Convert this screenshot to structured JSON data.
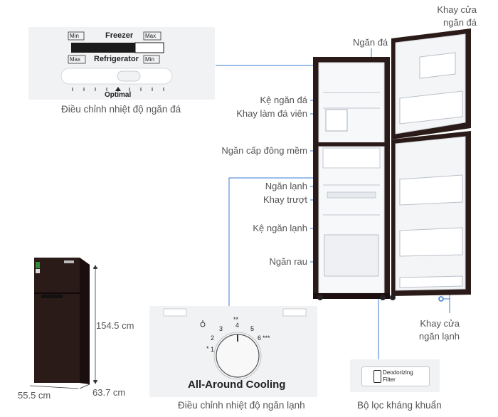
{
  "freezer_panel": {
    "freezer_label": "Freezer",
    "refrigerator_label": "Refrigerator",
    "min": "Min",
    "max": "Max",
    "optimal": "Optimal",
    "caption": "Điều chỉnh nhiệt độ ngăn đá"
  },
  "fridge_panel": {
    "brand_text": "All-Around Cooling",
    "caption": "Điều chỉnh nhiệt độ ngăn lạnh",
    "dial_numbers": [
      "1",
      "2",
      "3",
      "4",
      "5",
      "6"
    ],
    "stars_1": "*",
    "stars_2": "**",
    "stars_3": "***"
  },
  "filter_panel": {
    "filter_line1": "Deodorizing",
    "filter_line2": "Filter",
    "caption": "Bộ lọc kháng khuẩn"
  },
  "labels": {
    "ngan_da": "Ngăn đá",
    "khay_cua_ngan_da_1": "Khay cửa",
    "khay_cua_ngan_da_2": "ngăn đá",
    "ke_ngan_da": "Kệ ngăn đá",
    "khay_lam_da_vien": "Khay làm đá viên",
    "ngan_cap_dong_mem": "Ngăn cấp đông mềm",
    "ngan_lanh": "Ngăn lạnh",
    "khay_truot": "Khay trượt",
    "ke_ngan_lanh": "Kệ ngăn lạnh",
    "ngan_rau": "Ngăn rau",
    "khay_cua_ngan_lanh_1": "Khay cửa",
    "khay_cua_ngan_lanh_2": "ngăn lạnh"
  },
  "dimensions": {
    "height": "154.5 cm",
    "width": "55.5 cm",
    "depth": "63.7 cm"
  },
  "colors": {
    "leader_blue": "#3a7bd5",
    "fridge_body": "#2a1a18",
    "panel_bg": "#f1f2f4"
  }
}
